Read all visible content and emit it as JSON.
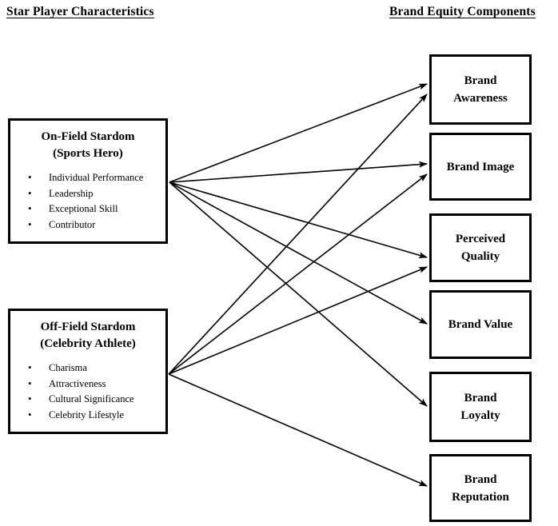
{
  "headers": {
    "left": "Star Player Characteristics",
    "right": "Brand Equity Components"
  },
  "sources": [
    {
      "id": "on-field-stardom",
      "title_line1": "On-Field Stardom",
      "title_line2": "(Sports Hero)",
      "items": [
        "Individual Performance",
        "Leadership",
        "Exceptional Skill",
        "Contributor"
      ]
    },
    {
      "id": "off-field-stardom",
      "title_line1": "Off-Field Stardom",
      "title_line2": "(Celebrity Athlete)",
      "items": [
        "Charisma",
        "Attractiveness",
        "Cultural Significance",
        "Celebrity Lifestyle"
      ]
    }
  ],
  "targets": [
    {
      "id": "brand-awareness",
      "line1": "Brand",
      "line2": "Awareness"
    },
    {
      "id": "brand-image",
      "line1": "Brand Image",
      "line2": ""
    },
    {
      "id": "perceived-quality",
      "line1": "Perceived",
      "line2": "Quality"
    },
    {
      "id": "brand-value",
      "line1": "Brand Value",
      "line2": ""
    },
    {
      "id": "brand-loyalty",
      "line1": "Brand",
      "line2": "Loyalty"
    },
    {
      "id": "brand-reputation",
      "line1": "Brand",
      "line2": "Reputation"
    }
  ],
  "colors": {
    "stroke": "#000000",
    "background": "#ffffff",
    "text": "#000000"
  },
  "connections": [
    {
      "from": "on-field-stardom",
      "to": "brand-awareness"
    },
    {
      "from": "on-field-stardom",
      "to": "brand-image"
    },
    {
      "from": "on-field-stardom",
      "to": "perceived-quality"
    },
    {
      "from": "on-field-stardom",
      "to": "brand-value"
    },
    {
      "from": "on-field-stardom",
      "to": "brand-loyalty"
    },
    {
      "from": "off-field-stardom",
      "to": "brand-awareness"
    },
    {
      "from": "off-field-stardom",
      "to": "brand-image"
    },
    {
      "from": "off-field-stardom",
      "to": "perceived-quality"
    },
    {
      "from": "off-field-stardom",
      "to": "brand-reputation"
    }
  ]
}
